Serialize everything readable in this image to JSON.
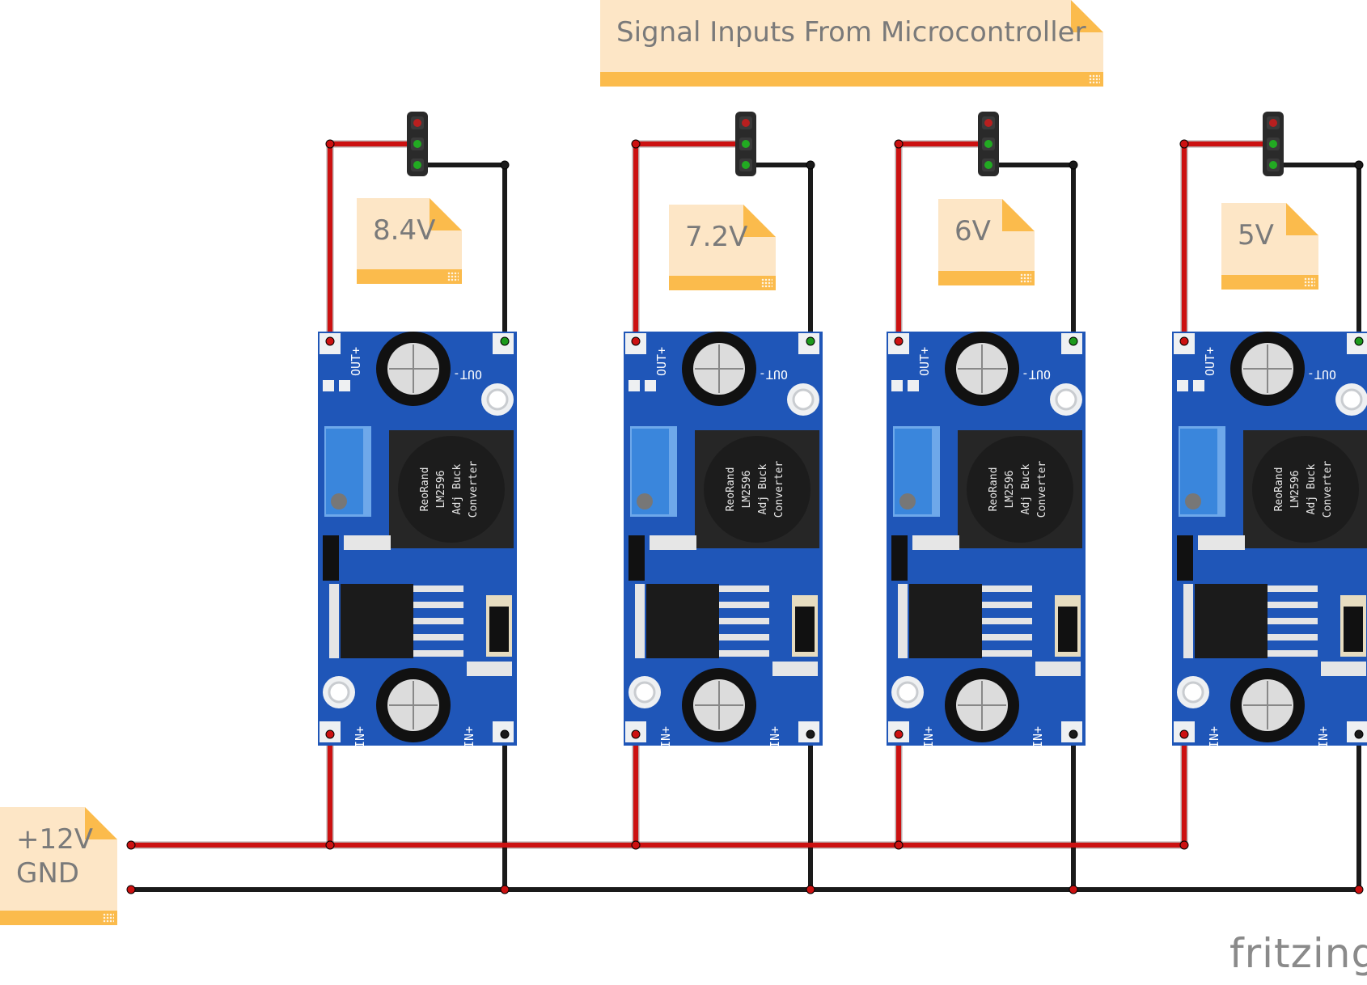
{
  "title_note": "Signal Inputs From Microcontroller",
  "voltage_notes": [
    "8.4V",
    "7.2V",
    "6V",
    "5V"
  ],
  "supply_note": {
    "line1": "+12V",
    "line2": "GND"
  },
  "module": {
    "label_lines": [
      "ReoRand",
      "LM2596",
      "Adj Buck",
      "Converter"
    ],
    "pin_out_plus": "OUT+",
    "pin_out_minus": "OUT-",
    "pin_in_plus": "IN+",
    "pin_in_minus": "IN+"
  },
  "logo": "fritzing",
  "colors": {
    "pcb": "#1f56b8",
    "wire_positive": "#cc1111",
    "wire_ground": "#1a1a1a",
    "note_fill": "#fde6c6",
    "note_bar": "#fbbb4c"
  }
}
